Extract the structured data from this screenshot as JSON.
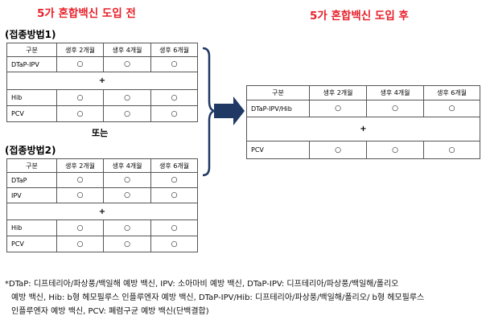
{
  "titles": {
    "before": "5가 혼합백신 도입 전",
    "after": "5가 혼합백신 도입 후"
  },
  "method1": {
    "label": "(접종방법1)",
    "headers": [
      "구분",
      "생후 2개월",
      "생후 4개월",
      "생후 6개월"
    ],
    "group1": [
      {
        "name": "DTaP-IPV",
        "cells": [
          "○",
          "○",
          "○"
        ]
      }
    ],
    "plus": "+",
    "group2": [
      {
        "name": "Hib",
        "cells": [
          "○",
          "○",
          "○"
        ]
      },
      {
        "name": "PCV",
        "cells": [
          "○",
          "○",
          "○"
        ]
      }
    ]
  },
  "or_text": "또는",
  "method2": {
    "label": "(접종방법2)",
    "headers": [
      "구분",
      "생후 2개월",
      "생후 4개월",
      "생후 6개월"
    ],
    "group1": [
      {
        "name": "DTaP",
        "cells": [
          "○",
          "○",
          "○"
        ]
      },
      {
        "name": "IPV",
        "cells": [
          "○",
          "○",
          "○"
        ]
      }
    ],
    "plus": "+",
    "group2": [
      {
        "name": "Hib",
        "cells": [
          "○",
          "○",
          "○"
        ]
      },
      {
        "name": "PCV",
        "cells": [
          "○",
          "○",
          "○"
        ]
      }
    ]
  },
  "after_table": {
    "headers": [
      "구분",
      "생후 2개월",
      "생후 4개월",
      "생후 6개월"
    ],
    "group1": [
      {
        "name": "DTaP-IPV/Hib",
        "cells": [
          "○",
          "○",
          "○"
        ]
      }
    ],
    "plus": "+",
    "group2": [
      {
        "name": "PCV",
        "cells": [
          "○",
          "○",
          "○"
        ]
      }
    ]
  },
  "footnote": {
    "line1": "*DTaP: 디프테리아/파상풍/백일해 예방 백신, IPV: 소아마비 예방 백신, DTaP-IPV: 디프테리아/파상풍/백일해/폴리오",
    "line2": "예방 백신, Hib: b형 헤모필루스 인플루엔자 예방 백신, DTaP-IPV/Hib: 디프테리아/파상풍/백일해/폴리오/ b형 헤모필루스",
    "line3": "인플루엔자 예방 백신, PCV: 폐렴구균 예방 백신(단백결합)"
  },
  "colors": {
    "title_red": "#e8202a",
    "arrow_navy": "#1f3864",
    "bracket": "#1f3864"
  }
}
